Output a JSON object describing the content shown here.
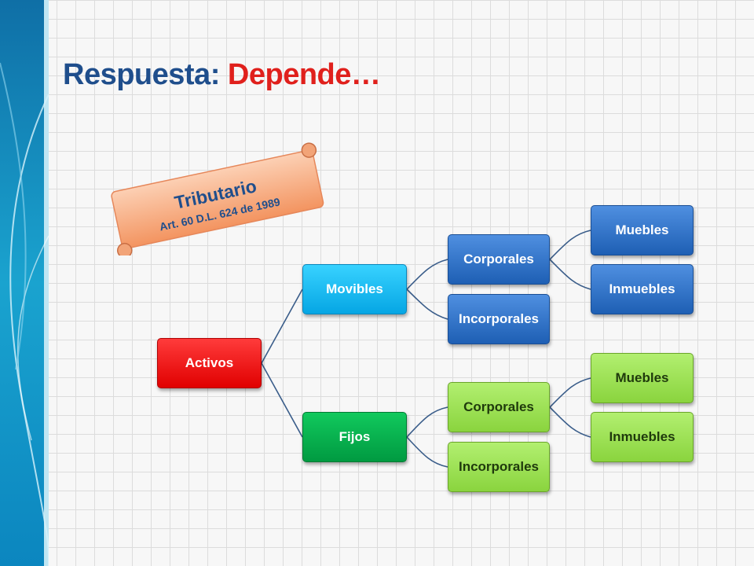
{
  "title": {
    "part1": "Respuesta:",
    "part2": "Depende…"
  },
  "scroll": {
    "heading": "Tributario",
    "subtitle": "Art. 60 D.L. 624 de 1989"
  },
  "tree": {
    "root": "Activos",
    "movibles": {
      "label": "Movibles",
      "corporales": "Corporales",
      "incorporales": "Incorporales",
      "muebles": "Muebles",
      "inmuebles": "Inmuebles"
    },
    "fijos": {
      "label": "Fijos",
      "corporales": "Corporales",
      "incorporales": "Incorporales",
      "muebles": "Muebles",
      "inmuebles": "Inmuebles"
    }
  },
  "colors": {
    "title_blue": "#1f4e8c",
    "title_red": "#e0201c",
    "connector": "#3a5d8a",
    "root_red": "#e00000",
    "movibles_cyan": "#05a6e4",
    "movibles_children_blue": "#1e5fb4",
    "fijos_green": "#009a41",
    "fijos_children_lime": "#8ad43e",
    "scroll_peach": "#f6a071"
  }
}
